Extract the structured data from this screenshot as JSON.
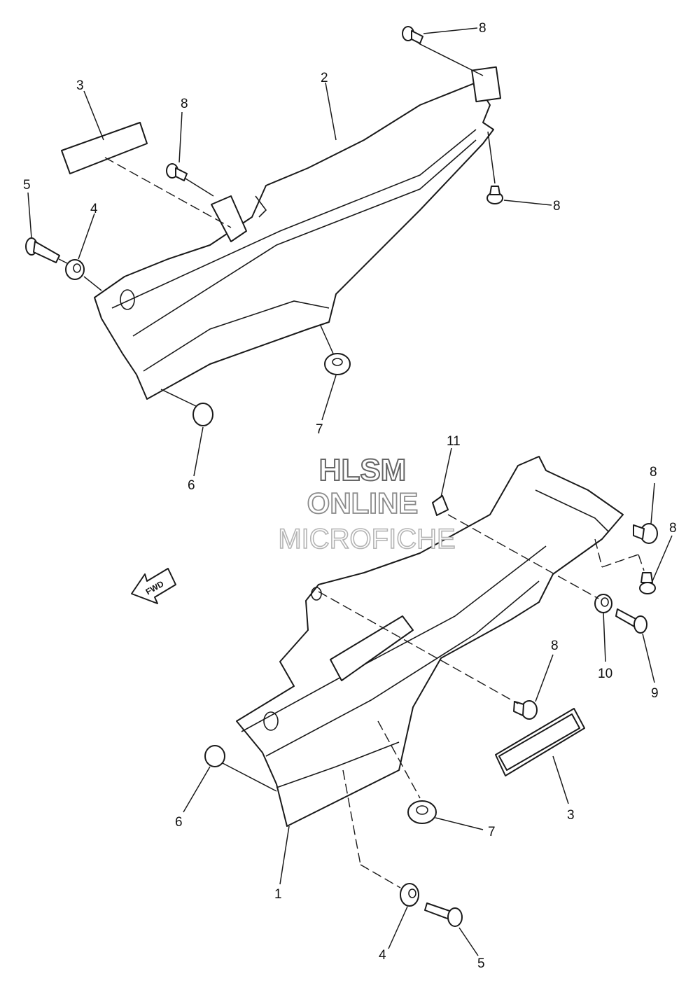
{
  "watermark": {
    "line1": "HLSM",
    "line2": "ONLINE",
    "line3": "MICROFICHE"
  },
  "fwd_arrow": {
    "label": "FWD"
  },
  "upper_labels": {
    "l2": "2",
    "l3": "3",
    "l4": "4",
    "l5": "5",
    "l6": "6",
    "l7": "7",
    "l8_top": "8",
    "l8_mid": "8",
    "l8_right": "8"
  },
  "lower_labels": {
    "l1": "1",
    "l3": "3",
    "l4": "4",
    "l5": "5",
    "l6": "6",
    "l7": "7",
    "l8_a": "8",
    "l8_b": "8",
    "l8_c": "8",
    "l9": "9",
    "l10": "10",
    "l11": "11"
  }
}
